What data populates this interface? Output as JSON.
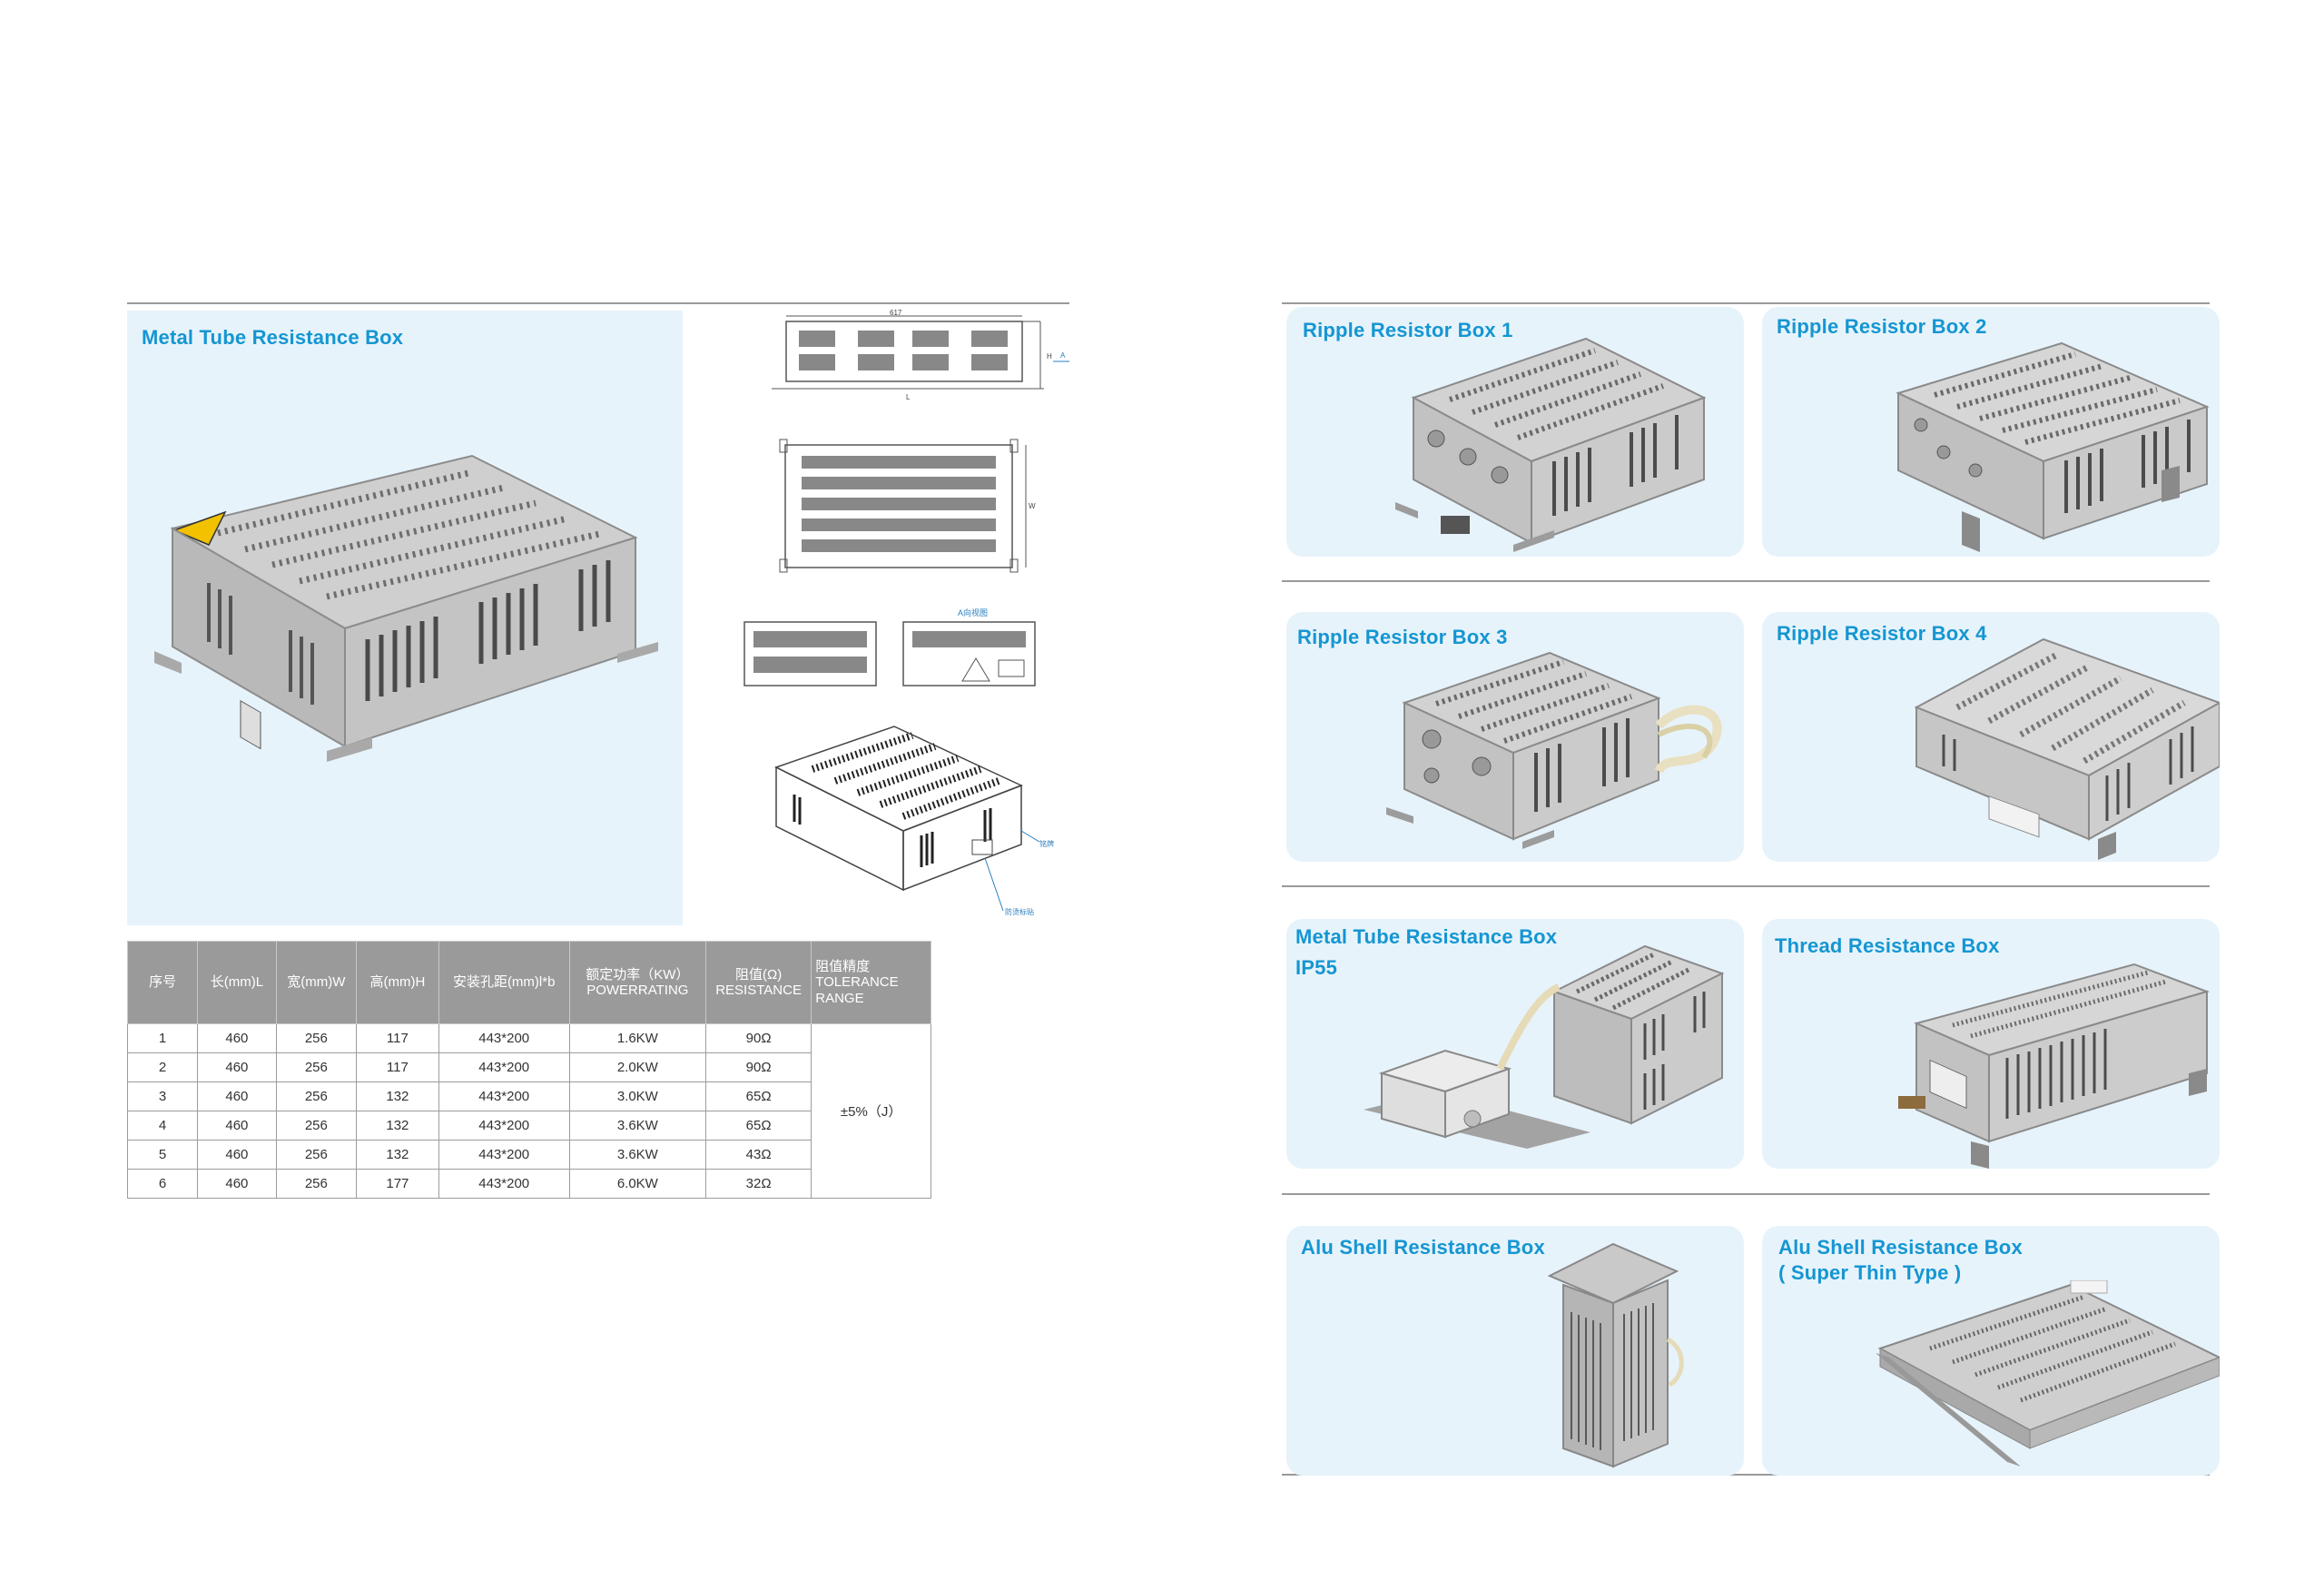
{
  "left_page": {
    "feature": {
      "title": "Metal Tube Resistance Box"
    },
    "drawings": {
      "top_dimension": "617",
      "length_label": "L",
      "width_label": "W",
      "height_label": "H",
      "mark_a": "A",
      "view_label": "A向视图",
      "callout_nameplate": "铭牌",
      "callout_warning": "防烫标贴"
    },
    "table": {
      "headers": [
        {
          "lines": [
            "序号"
          ]
        },
        {
          "lines": [
            "长(mm)L"
          ]
        },
        {
          "lines": [
            "宽(mm)W"
          ]
        },
        {
          "lines": [
            "高(mm)H"
          ]
        },
        {
          "lines": [
            "安装孔距(mm)l*b"
          ]
        },
        {
          "lines": [
            "额定功率（KW）",
            "POWERRATING"
          ]
        },
        {
          "lines": [
            "阻值(Ω)",
            "RESISTANCE"
          ]
        },
        {
          "lines": [
            "阻值精度",
            "TOLERANCE",
            "RANGE"
          ]
        }
      ],
      "rows": [
        [
          "1",
          "460",
          "256",
          "117",
          "443*200",
          "1.6KW",
          "90Ω"
        ],
        [
          "2",
          "460",
          "256",
          "117",
          "443*200",
          "2.0KW",
          "90Ω"
        ],
        [
          "3",
          "460",
          "256",
          "132",
          "443*200",
          "3.0KW",
          "65Ω"
        ],
        [
          "4",
          "460",
          "256",
          "132",
          "443*200",
          "3.6KW",
          "65Ω"
        ],
        [
          "5",
          "460",
          "256",
          "132",
          "443*200",
          "3.6KW",
          "43Ω"
        ],
        [
          "6",
          "460",
          "256",
          "177",
          "443*200",
          "6.0KW",
          "32Ω"
        ]
      ],
      "tolerance": "±5%（J）"
    }
  },
  "right_page": {
    "cards": [
      {
        "title_lines": [
          "Ripple Resistor Box 1"
        ]
      },
      {
        "title_lines": [
          "Ripple Resistor Box 2"
        ]
      },
      {
        "title_lines": [
          "Ripple Resistor Box 3"
        ]
      },
      {
        "title_lines": [
          "Ripple Resistor Box 4"
        ]
      },
      {
        "title_lines": [
          "Metal Tube Resistance Box",
          "IP55"
        ]
      },
      {
        "title_lines": [
          "Thread Resistance Box"
        ]
      },
      {
        "title_lines": [
          "Alu Shell Resistance Box"
        ]
      },
      {
        "title_lines": [
          "Alu Shell Resistance Box",
          "( Super Thin Type )"
        ]
      }
    ]
  },
  "colors": {
    "title_blue": "#1596d2",
    "panel_bg": "#e7f3fb",
    "table_header_bg": "#9a9a9a",
    "metal_light": "#d9d9d9",
    "metal_dark": "#9b9b9b",
    "warning_yellow": "#f2c200"
  },
  "icons": {
    "warning": "high-voltage-warning-icon"
  }
}
